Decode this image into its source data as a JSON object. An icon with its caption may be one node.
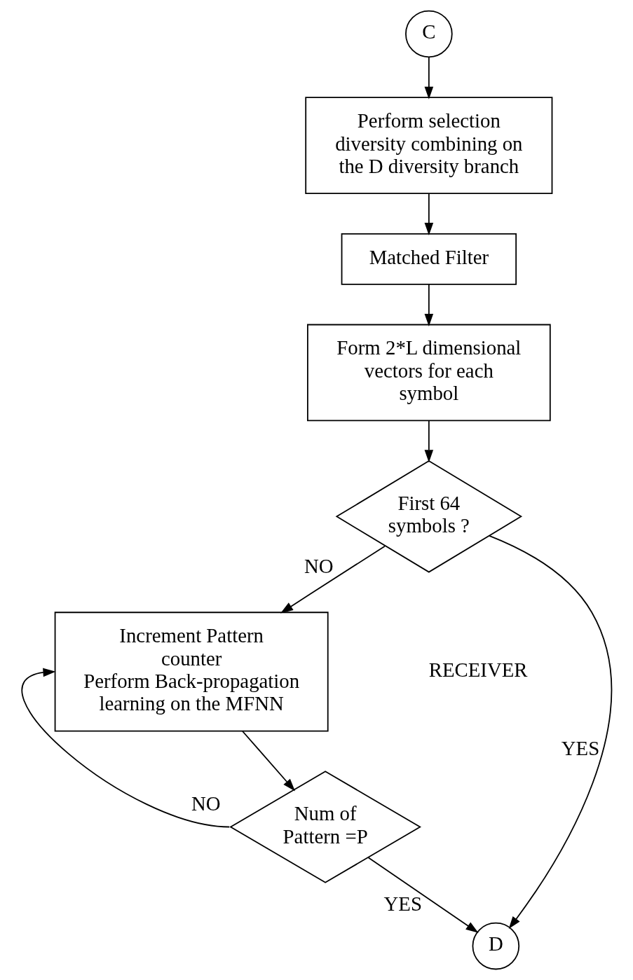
{
  "diagram": {
    "nodes": [
      {
        "text": [
          "C"
        ]
      },
      {
        "text": [
          "Perform selection diversity combining on the D diversity branch"
        ]
      },
      {
        "text": [
          "Matched Filter"
        ]
      },
      {
        "text": [
          "Form 2*L dimensional vectors for each symbol"
        ]
      },
      {
        "text": [
          "First 64 symbols ?"
        ]
      },
      {
        "text": [
          "Increment Pattern counter",
          "Perform Back-propagation learning on the MFNN"
        ]
      },
      {
        "text": [
          "Num of Pattern =P"
        ]
      },
      {
        "text": [
          "D"
        ]
      }
    ],
    "edges": [
      {
        "from": 0,
        "to": 1,
        "arrow": "to"
      },
      {
        "from": 1,
        "to": 2,
        "arrow": "to"
      },
      {
        "from": 2,
        "to": 3,
        "arrow": "to"
      },
      {
        "from": 3,
        "to": 4,
        "arrow": "to"
      },
      {
        "from": 4,
        "to": 5,
        "arrow": "to",
        "label": "NO"
      },
      {
        "from": 4,
        "to": 7,
        "arrow": "to",
        "label": "YES"
      },
      {
        "from": 5,
        "to": 6,
        "arrow": "to"
      },
      {
        "from": 6,
        "to": 5,
        "arrow": "to",
        "label": "NO"
      },
      {
        "from": 6,
        "to": 7,
        "arrow": "to",
        "label": "YES"
      }
    ],
    "labels": [
      "RECEIVER"
    ]
  }
}
